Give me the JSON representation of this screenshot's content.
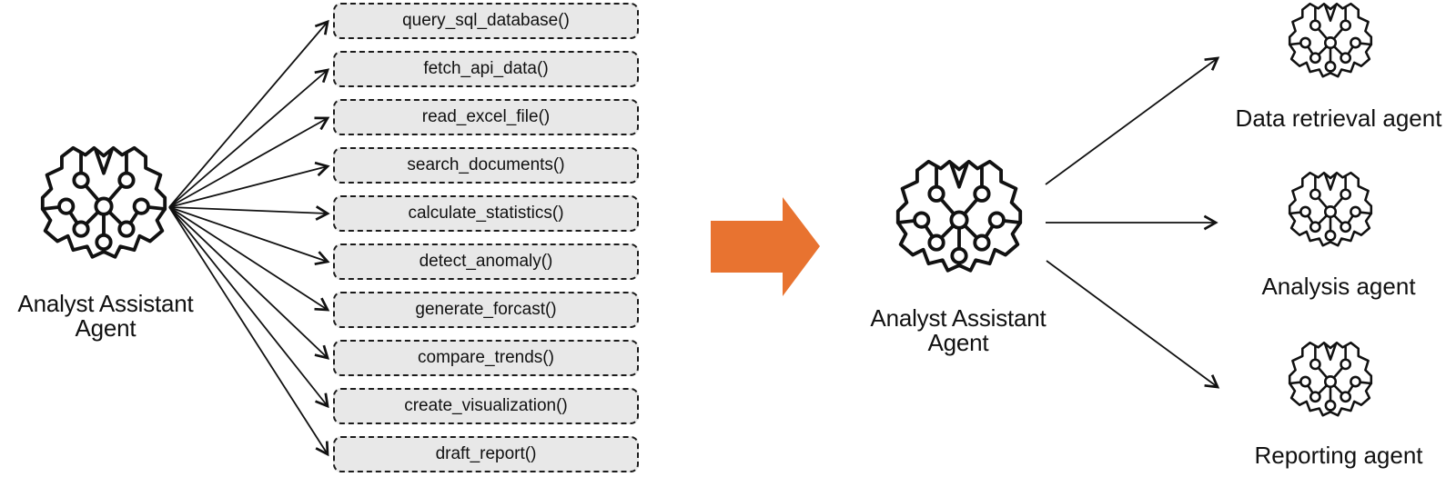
{
  "diagram": {
    "left_agent": {
      "name_line1": "Analyst Assistant",
      "name_line2": "Agent"
    },
    "tools": [
      "query_sql_database()",
      "fetch_api_data()",
      "read_excel_file()",
      "search_documents()",
      "calculate_statistics()",
      "detect_anomaly()",
      "generate_forcast()",
      "compare_trends()",
      "create_visualization()",
      "draft_report()"
    ],
    "right_agent": {
      "name_line1": "Analyst Assistant",
      "name_line2": "Agent"
    },
    "subagents": [
      {
        "label": "Data retrieval agent"
      },
      {
        "label": "Analysis agent"
      },
      {
        "label": "Reporting agent"
      }
    ],
    "colors": {
      "transform_arrow": "#E87330",
      "stroke": "#111111",
      "tool_box_fill": "#E8E8E8"
    }
  }
}
